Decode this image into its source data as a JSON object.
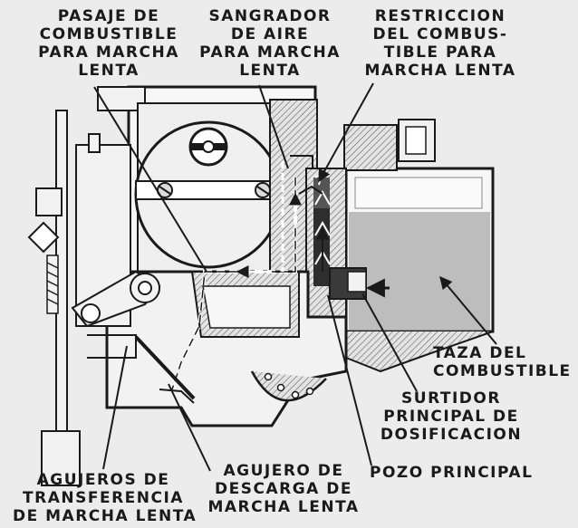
{
  "labels": {
    "idle_fuel_passage": "PASAJE DE\nCOMBUSTIBLE\nPARA MARCHA\nLENTA",
    "air_bleed": "SANGRADOR\nDE AIRE\nPARA MARCHA\nLENTA",
    "idle_fuel_restriction": "RESTRICCION\nDEL COMBUS-\nTIBLE PARA\nMARCHA LENTA",
    "fuel_bowl": "TAZA DEL\nCOMBUSTIBLE",
    "main_metering_jet": "SURTIDOR\nPRINCIPAL DE\nDOSIFICACION",
    "main_well": "POZO PRINCIPAL",
    "idle_discharge_hole": "AGUJERO DE\nDESCARGA DE\nMARCHA LENTA",
    "transfer_holes": "AGUJEROS DE\nTRANSFERENCIA\nDE MARCHA LENTA"
  },
  "colors": {
    "background": "#ececec",
    "line": "#1a1a1a",
    "fuel": "#b9b9b9",
    "body": "#f7f7f7"
  }
}
